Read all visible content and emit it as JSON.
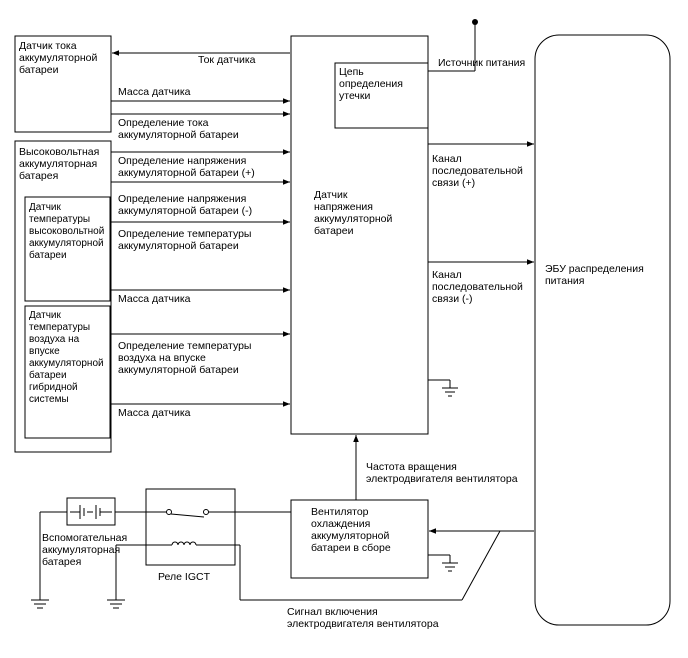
{
  "blocks": {
    "current_sensor": [
      "Датчик тока",
      "аккумуляторной",
      "батареи"
    ],
    "hv_battery": [
      "Высоковольтная",
      "аккумуляторная",
      "батарея"
    ],
    "hv_temp_sensor": [
      "Датчик",
      "температуры",
      "высоковольтной",
      "аккумуляторной",
      "батареи"
    ],
    "intake_temp_sensor": [
      "Датчик",
      "температуры",
      "воздуха на",
      "впуске",
      "аккумуляторной",
      "батареи",
      "гибридной",
      "системы"
    ],
    "voltage_sensor": [
      "Датчик",
      "напряжения",
      "аккумуляторной",
      "батареи"
    ],
    "leak_circuit": [
      "Цепь",
      "определения",
      "утечки"
    ],
    "ecu": [
      "ЭБУ распределения",
      "питания"
    ],
    "fan": [
      "Вентилятор",
      "охлаждения",
      "аккумуляторной",
      "батареи в сборе"
    ],
    "relay": "Реле IGCT",
    "aux_battery": [
      "Вспомогательная",
      "аккумуляторная",
      "батарея"
    ]
  },
  "signals": {
    "sensor_current": "Ток датчика",
    "sensor_ground_1": "Массa датчика",
    "current_detect": [
      "Определение тока",
      "аккумуляторной батареи"
    ],
    "voltage_plus": [
      "Определение напряжения",
      "аккумуляторной батареи (+)"
    ],
    "voltage_minus": [
      "Определение напряжения",
      "аккумуляторной батареи (-)"
    ],
    "temp_detect": [
      "Определение температуры",
      "аккумуляторной батареи"
    ],
    "sensor_ground_2": "Масса датчика",
    "intake_temp_detect": [
      "Определение температуры",
      "воздуха на впуске",
      "аккумуляторной батареи"
    ],
    "sensor_ground_3": "Масса датчика",
    "power_source": "Источник питания",
    "serial_plus": [
      "Канал",
      "последовательной",
      "связи (+)"
    ],
    "serial_minus": [
      "Канал",
      "последовательной",
      "связи (-)"
    ],
    "fan_speed": [
      "Частота вращения",
      "электродвигателя вентилятора"
    ],
    "fan_on_signal": [
      "Сигнал включения",
      "электродвигателя вентилятора"
    ]
  }
}
